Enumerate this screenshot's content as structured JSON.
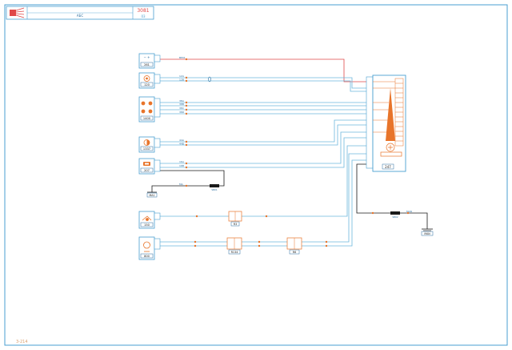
{
  "header": {
    "title": "АБС",
    "code": "3081",
    "sub": "03"
  },
  "page_ref": "3-214",
  "colors": {
    "frame": "#4a9fd0",
    "wire": "#6eb7dc",
    "wire_red": "#e04848",
    "accent": "#e8742a",
    "label": "#2c6fa0"
  },
  "components": [
    {
      "id": "261",
      "icon": "battery-icon",
      "symbol_text": "−  +"
    },
    {
      "id": "120",
      "icon": "abs-lamp-icon"
    },
    {
      "id": "1400",
      "icon": "wheel-sensors-icon"
    },
    {
      "id": "1337",
      "icon": "brake-lamp-icon"
    },
    {
      "id": "207",
      "icon": "diagnostic-socket-icon"
    },
    {
      "id": "150",
      "icon": "ignition-switch-icon"
    },
    {
      "id": "800",
      "icon": "relay-box-icon"
    }
  ],
  "controller": {
    "id": "247"
  },
  "relays": [
    {
      "id": "R3"
    },
    {
      "id": "R134"
    },
    {
      "id": "R6"
    }
  ],
  "grounds": [
    {
      "id": "MA1"
    },
    {
      "id": "MAN"
    }
  ],
  "splices": [
    {
      "id": "SB01"
    },
    {
      "id": "SB02"
    }
  ],
  "wire_labels": [
    "BP01",
    "12A",
    "12B",
    "38A",
    "38B",
    "38C",
    "38D",
    "44A",
    "44B",
    "16A",
    "16B",
    "MA",
    "MAN"
  ]
}
